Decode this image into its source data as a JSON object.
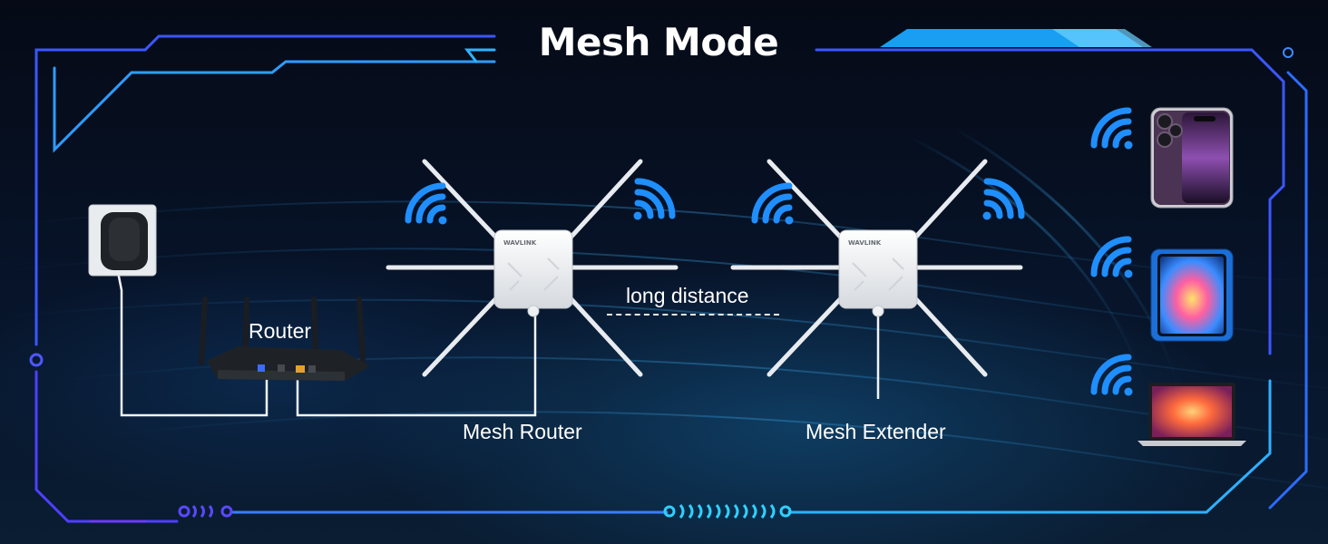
{
  "title": "Mesh Mode",
  "labels": {
    "router": "Router",
    "long_distance": "long distance",
    "mesh_router": "Mesh Router",
    "mesh_extender": "Mesh Extender"
  },
  "device_brand": "WAVLINK",
  "icons": [
    "wifi-signal-icon",
    "wall-outlet-icon",
    "router-icon",
    "mesh-router-icon",
    "mesh-extender-icon",
    "smartphone-icon",
    "tablet-icon",
    "laptop-icon"
  ],
  "colors": {
    "frame_blue": "#3d5cff",
    "frame_cyan": "#18b8ff",
    "wifi_blue": "#1f8fff",
    "text": "#ffffff"
  }
}
